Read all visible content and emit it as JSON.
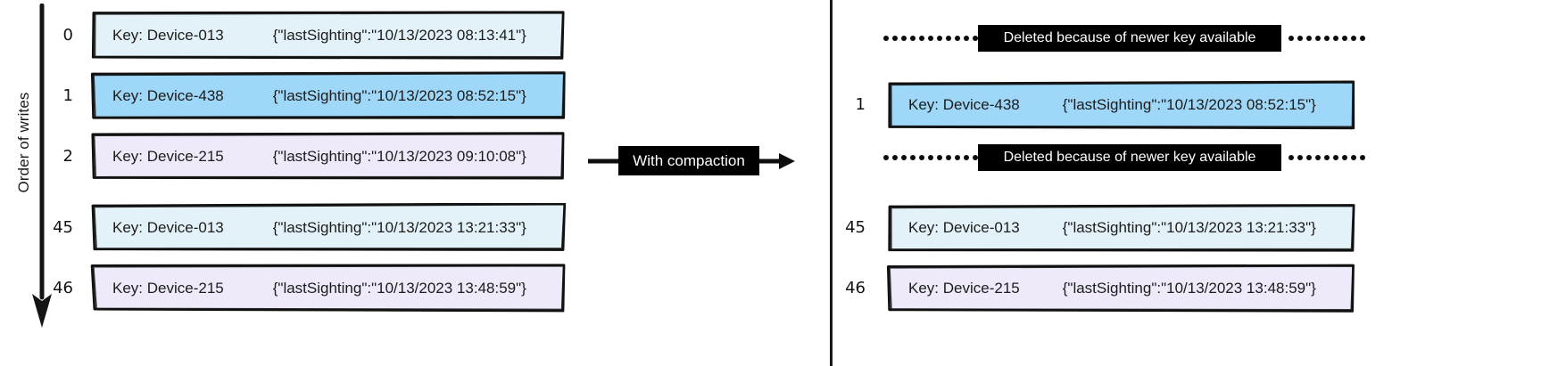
{
  "diagram": {
    "axis_label": "Order of writes",
    "transform_label": "With compaction",
    "tombstone_label": "Deleted because of newer key available"
  },
  "left_panel": {
    "name": "uncompacted-log",
    "records": [
      {
        "seq": "0",
        "key": "Key: Device-013",
        "value": "{\"lastSighting\":\"10/13/2023 08:13:41\"}",
        "fill": "#e3f2f8"
      },
      {
        "seq": "1",
        "key": "Key: Device-438",
        "value": "{\"lastSighting\":\"10/13/2023 08:52:15\"}",
        "fill": "#9ed7f7"
      },
      {
        "seq": "2",
        "key": "Key: Device-215",
        "value": "{\"lastSighting\":\"10/13/2023 09:10:08\"}",
        "fill": "#eeeaf9"
      },
      {
        "seq": "45",
        "key": "Key: Device-013",
        "value": "{\"lastSighting\":\"10/13/2023 13:21:33\"}",
        "fill": "#e3f2f8"
      },
      {
        "seq": "46",
        "key": "Key: Device-215",
        "value": "{\"lastSighting\":\"10/13/2023 13:48:59\"}",
        "fill": "#eeeaf9"
      }
    ]
  },
  "right_panel": {
    "name": "compacted-log",
    "rows": [
      {
        "type": "tombstone",
        "label": "Deleted because of newer key available"
      },
      {
        "type": "record",
        "seq": "1",
        "key": "Key: Device-438",
        "value": "{\"lastSighting\":\"10/13/2023 08:52:15\"}",
        "fill": "#9ed7f7"
      },
      {
        "type": "tombstone",
        "label": "Deleted because of newer key available"
      },
      {
        "type": "record",
        "seq": "45",
        "key": "Key: Device-013",
        "value": "{\"lastSighting\":\"10/13/2023 13:21:33\"}",
        "fill": "#e3f2f8"
      },
      {
        "type": "record",
        "seq": "46",
        "key": "Key: Device-215",
        "value": "{\"lastSighting\":\"10/13/2023 13:48:59\"}",
        "fill": "#eeeaf9"
      }
    ]
  },
  "colors": {
    "stroke": "#111111",
    "blue_light": "#e3f2f8",
    "blue_strong": "#9ed7f7",
    "lavender": "#eeeaf9",
    "tombstone_bg": "#000000",
    "tombstone_fg": "#ffffff"
  }
}
